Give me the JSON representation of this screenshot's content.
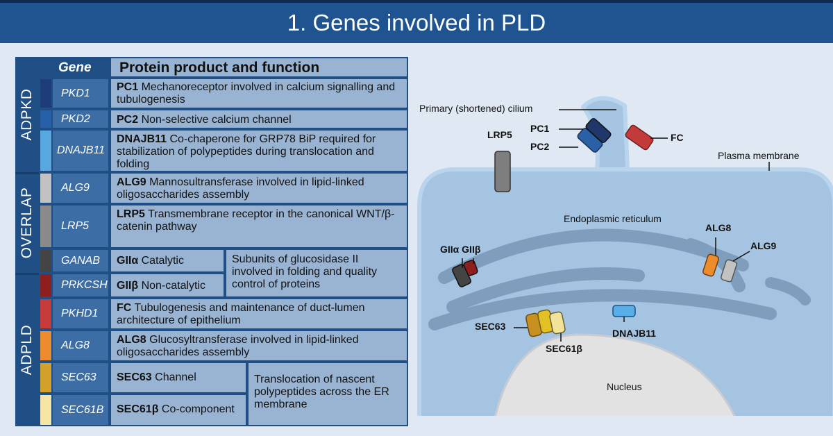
{
  "title": "1. Genes involved in PLD",
  "table": {
    "header_gene": "Gene",
    "header_protein": "Protein product and function",
    "groups": [
      "ADPKD",
      "OVERLAP",
      "ADPLD"
    ],
    "rows": [
      {
        "gene": "PKD1",
        "color": "#1f3c7a",
        "name": "PC1",
        "desc": "Mechanoreceptor involved in calcium signalling and tubulogenesis"
      },
      {
        "gene": "PKD2",
        "color": "#2560a8",
        "name": "PC2",
        "desc": "Non-selective calcium channel"
      },
      {
        "gene": "DNAJB11",
        "color": "#5aa8e0",
        "name": "DNAJB11",
        "desc": "Co-chaperone for GRP78 BiP required for stabilization of polypeptides during translocation and folding"
      },
      {
        "gene": "ALG9",
        "color": "#c2c2c2",
        "name": "ALG9",
        "desc": "Mannosultransferase involved in lipid-linked oligosaccharides assembly"
      },
      {
        "gene": "LRP5",
        "color": "#8a8a8a",
        "name": "LRP5",
        "desc": "Transmembrane receptor in the canonical WNT/β-catenin pathway"
      },
      {
        "gene": "GANAB",
        "color": "#444444",
        "name": "GIIα",
        "desc": "Catalytic"
      },
      {
        "gene": "PRKCSH",
        "color": "#8f1e1e",
        "name": "GIIβ",
        "desc": "Non-catalytic"
      },
      {
        "gene": "PKHD1",
        "color": "#c63a3a",
        "name": "FC",
        "desc": " Tubulogenesis and maintenance of duct-lumen architecture of epithelium"
      },
      {
        "gene": "ALG8",
        "color": "#ec8c2c",
        "name": "ALG8",
        "desc": "Glucosyltransferase involved in lipid-linked oligosaccharides assembly"
      },
      {
        "gene": "SEC63",
        "color": "#d3a12a",
        "name": "SEC63",
        "desc": "Channel"
      },
      {
        "gene": "SEC61B",
        "color": "#f7e5a6",
        "name": "SEC61β",
        "desc": "Co-component"
      }
    ],
    "glucosidase_note": "Subunits of glucosidase II involved in folding and quality control of proteins",
    "translocation_note": "Translocation of nascent polypeptides across the ER membrane"
  },
  "diagram": {
    "cilium": "Primary (shortened) cilium",
    "plasma_membrane": "Plasma membrane",
    "er": "Endoplasmic reticulum",
    "nucleus": "Nucleus",
    "lrp5": "LRP5",
    "pc1": "PC1",
    "pc2": "PC2",
    "fc": "FC",
    "alg8": "ALG8",
    "alg9": "ALG9",
    "gii": "GIIα GIIβ",
    "sec63": "SEC63",
    "sec61b": "SEC61β",
    "dnajb11": "DNAJB11"
  }
}
